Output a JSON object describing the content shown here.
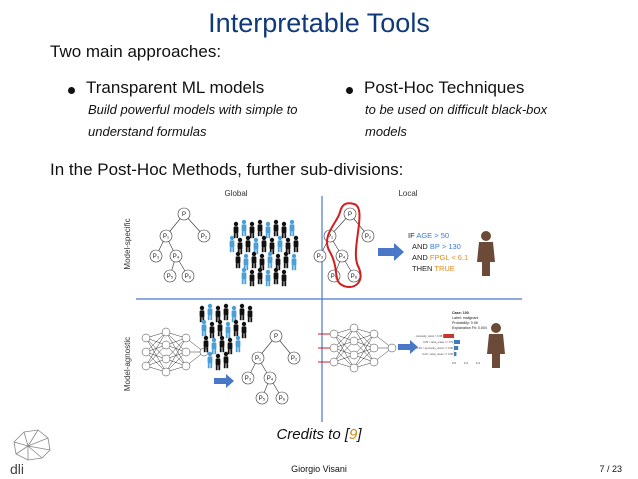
{
  "slide": {
    "title": "Interpretable Tools",
    "intro": "Two main approaches:",
    "bullets": [
      {
        "head": "Transparent ML models",
        "sub_line1": "Build powerful models with simple to",
        "sub_line2": "understand formulas"
      },
      {
        "head": "Post-Hoc Techniques",
        "sub_line1": "to be used on difficult black-box",
        "sub_line2": "models"
      }
    ],
    "subdivisions": "In the Post-Hoc Methods, further sub-divisions:",
    "credits_prefix": "Credits to [",
    "credits_ref": "9",
    "credits_suffix": "]"
  },
  "figure": {
    "col_global": "Global",
    "col_local": "Local",
    "row_specific": "Model-specific",
    "row_agnostic": "Model-agnostic",
    "tree_labels": {
      "root": "P",
      "l1a": "P₁",
      "l1b": "P₂",
      "l2a": "P₃",
      "l2b": "P₄",
      "l3a": "P₅",
      "l3b": "P₆"
    },
    "rule": {
      "if": "IF ",
      "age": "AGE > 50",
      "and1": "AND ",
      "bp": "BP > 130",
      "and2": "AND ",
      "fpgl": "FPGL < 6.1",
      "then": "THEN ",
      "true": "TRUE"
    },
    "lime": {
      "case": "Case: 100",
      "label": "Label: malignant",
      "prob": "Probability: 0.98",
      "expl": "Explanation Fit: 0.004",
      "bar_labels": [
        "concavity_worst > 0.38",
        "0.09 < area_mean <= 779",
        "0.09 < symmetry_worst <= 0.30",
        "0.24 < area_mean <= 0.30"
      ],
      "bar_values": [
        -0.18,
        0.1,
        0.07,
        0.04
      ],
      "axis_ticks": [
        "0.0",
        "0.2",
        "0.4"
      ]
    },
    "colors": {
      "divider": "#4a78c8",
      "arrow": "#4a78c8",
      "highlight": "#d21e1e",
      "blue_text": "#3a7bd5",
      "orange_text": "#e08a1a"
    }
  },
  "footer": {
    "author": "Giorgio Visani",
    "page": "7 / 23",
    "logo_text": "dli"
  }
}
